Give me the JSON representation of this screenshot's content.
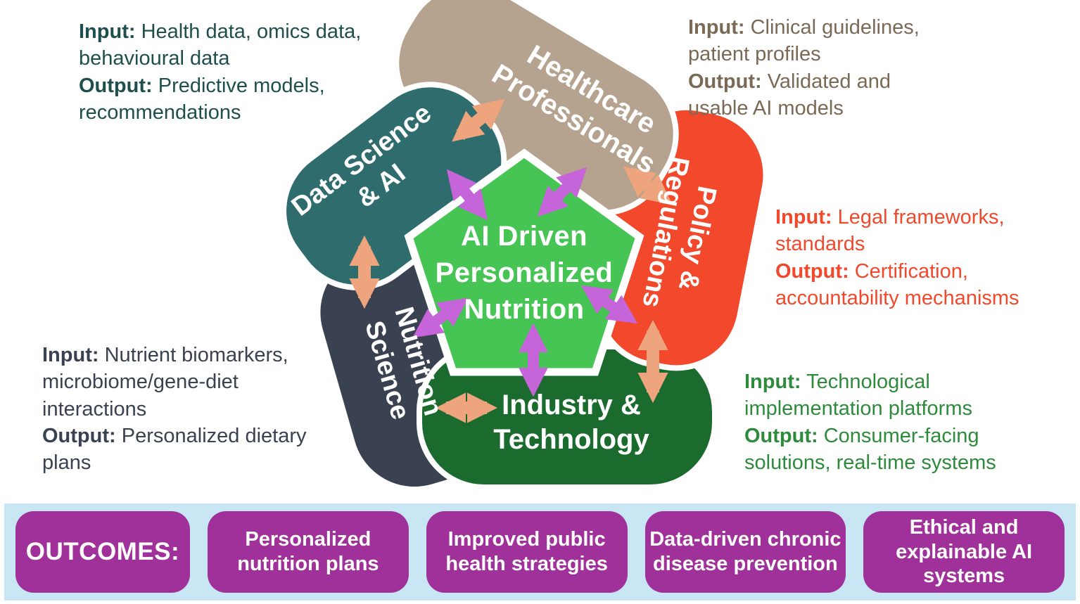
{
  "pentagon": {
    "label": "AI Driven\nPersonalized\nNutrition",
    "fill": "#46C554",
    "text_color": "#ffffff"
  },
  "segments": [
    {
      "id": "healthcare-professionals",
      "label": "Healthcare\nProfessionals",
      "color": "#B5A28F"
    },
    {
      "id": "policy-regulations",
      "label": "Policy &\nRegulations",
      "color": "#F2492D"
    },
    {
      "id": "industry-technology",
      "label": "Industry &\nTechnology",
      "color": "#1B6B2F"
    },
    {
      "id": "nutrition-science",
      "label": "Nutrition\nScience",
      "color": "#3A4150"
    },
    {
      "id": "data-science-ai",
      "label": "Data Science\n& AI",
      "color": "#2F6C6D"
    }
  ],
  "notes": [
    {
      "id": "data-science-note",
      "input_label": "Input:",
      "input_text": "Health data, omics data,\nbehavioural data",
      "output_label": "Output:",
      "output_text": "Predictive models,\nrecommendations",
      "color": "#1E4F4C"
    },
    {
      "id": "healthcare-note",
      "input_label": "Input:",
      "input_text": "Clinical guidelines,\npatient profiles",
      "output_label": "Output:",
      "output_text": "Validated and\nusable AI models",
      "color": "#7A6A55"
    },
    {
      "id": "policy-note",
      "input_label": "Input:",
      "input_text": "Legal frameworks,\nstandards",
      "output_label": "Output:",
      "output_text": "Certification,\naccountability mechanisms",
      "color": "#F0492C"
    },
    {
      "id": "industry-note",
      "input_label": "Input:",
      "input_text": "Technological\nimplementation platforms",
      "output_label": "Output:",
      "output_text": "Consumer-facing\nsolutions, real-time systems",
      "color": "#2E8B3C"
    },
    {
      "id": "nutrition-note",
      "input_label": "Input:",
      "input_text": "Nutrient biomarkers,\nmicrobiome/gene-diet\ninteractions",
      "output_label": "Output:",
      "output_text": "Personalized dietary\nplans",
      "color": "#3A4150"
    }
  ],
  "arrows": {
    "inner_color": "#C565D9",
    "outer_color": "#EEA47D"
  },
  "outcomes": {
    "title": "OUTCOMES:",
    "bar_color": "#C9E6F4",
    "box_color": "#A0319A",
    "boxes": [
      "Personalized\nnutrition plans",
      "Improved public\nhealth strategies",
      "Data-driven chronic\ndisease prevention",
      "Ethical and\nexplainable AI\nsystems"
    ]
  }
}
